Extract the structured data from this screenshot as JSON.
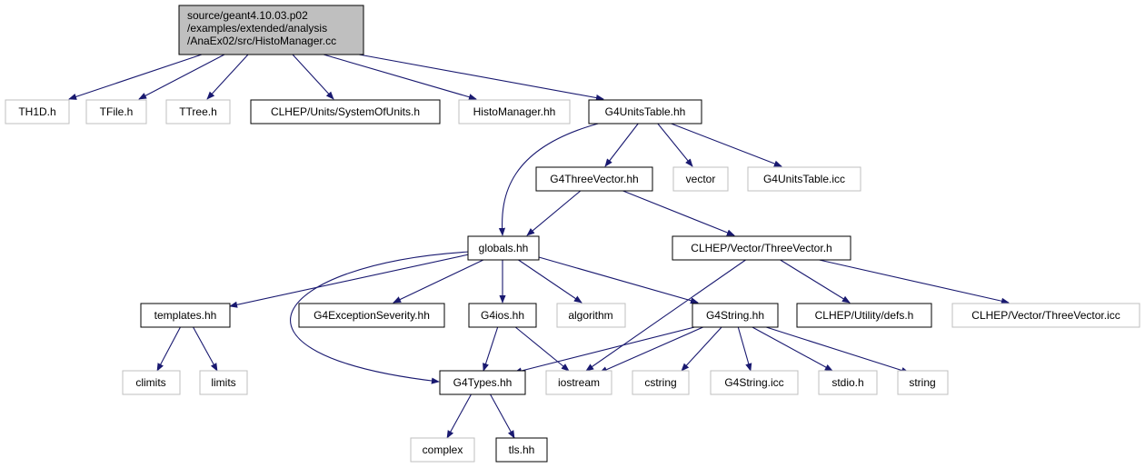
{
  "graph": {
    "colors": {
      "edge": "#191970",
      "border_dark": "#000000",
      "border_light": "#bfbfbf",
      "root_fill": "#bfbfbf"
    },
    "root": {
      "lines": [
        "source/geant4.10.03.p02",
        "/examples/extended/analysis",
        "/AnaEx02/src/HistoManager.cc"
      ]
    },
    "nodes": {
      "th1d": "TH1D.h",
      "tfile": "TFile.h",
      "ttree": "TTree.h",
      "systemofunits": "CLHEP/Units/SystemOfUnits.h",
      "histomanager_hh": "HistoManager.hh",
      "g4unitstable_hh": "G4UnitsTable.hh",
      "g4threevector": "G4ThreeVector.hh",
      "vector": "vector",
      "g4unitstable_icc": "G4UnitsTable.icc",
      "globals": "globals.hh",
      "clhep_threevector_h": "CLHEP/Vector/ThreeVector.h",
      "templates": "templates.hh",
      "g4exceptionseverity": "G4ExceptionSeverity.hh",
      "g4ios": "G4ios.hh",
      "algorithm": "algorithm",
      "g4string_hh": "G4String.hh",
      "clhep_defs": "CLHEP/Utility/defs.h",
      "clhep_threevector_icc": "CLHEP/Vector/ThreeVector.icc",
      "climits": "climits",
      "limits": "limits",
      "g4types": "G4Types.hh",
      "iostream": "iostream",
      "cstring": "cstring",
      "g4string_icc": "G4String.icc",
      "stdio": "stdio.h",
      "string": "string",
      "complex": "complex",
      "tls": "tls.hh"
    }
  }
}
